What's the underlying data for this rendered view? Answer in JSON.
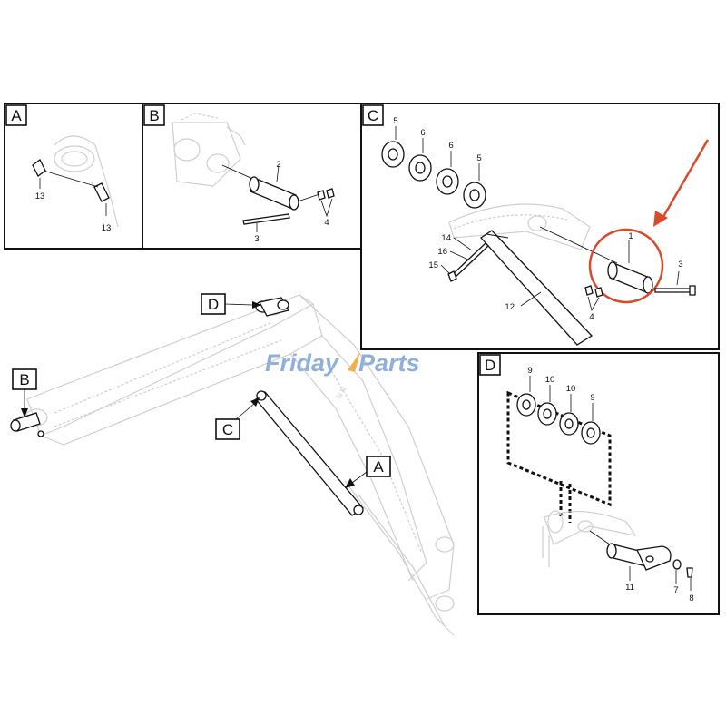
{
  "panels": {
    "a": {
      "letter": "A",
      "labels": [
        "13",
        "13"
      ]
    },
    "b": {
      "letter": "B",
      "labels": [
        "2",
        "3",
        "4"
      ]
    },
    "c": {
      "letter": "C",
      "labels": [
        "5",
        "6",
        "6",
        "5",
        "1",
        "3",
        "14",
        "16",
        "15",
        "12",
        "4"
      ]
    },
    "d": {
      "letter": "D",
      "labels": [
        "9",
        "10",
        "10",
        "9",
        "11",
        "7",
        "8"
      ]
    }
  },
  "overview_callouts": [
    "D",
    "B",
    "C",
    "A"
  ],
  "watermark": {
    "part1": "Friday",
    "part2": "Parts"
  },
  "colors": {
    "highlight": "#d94a2b",
    "watermark_blue": "#8fb0dd",
    "watermark_orange": "#f2b04a"
  }
}
